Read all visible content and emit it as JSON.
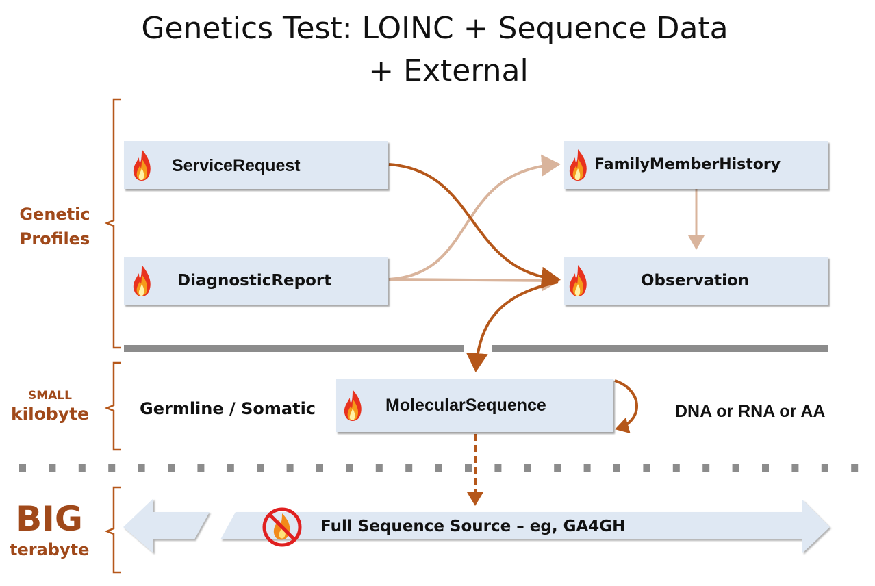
{
  "title": {
    "line1": "Genetics Test: LOINC + Sequence Data",
    "line2": "+ External"
  },
  "tiers": {
    "genetic_profiles": {
      "line1": "Genetic",
      "line2": "Profiles"
    },
    "small": {
      "line1": "SMALL",
      "line2": "kilobyte"
    },
    "big": {
      "line1": "BIG",
      "line2": "terabyte"
    }
  },
  "resources": {
    "service_request": "ServiceRequest",
    "diagnostic_report": "DiagnosticReport",
    "family_member_history": "FamilyMemberHistory",
    "observation": "Observation",
    "molecular_sequence": "MolecularSequence"
  },
  "annotations": {
    "germline_somatic": "Germline / Somatic",
    "dna_rna_aa": "DNA or RNA or AA",
    "full_sequence_source": "Full Sequence Source – eg, GA4GH"
  },
  "colors": {
    "accent": "#b5571a",
    "accent_light": "#d9b49c",
    "box_fill": "#dfe8f3",
    "tier_label": "#a0491a",
    "separator": "#8c8c8c"
  },
  "icons": {
    "resource": "fhir-flame-icon",
    "external": "no-fhir-icon"
  }
}
